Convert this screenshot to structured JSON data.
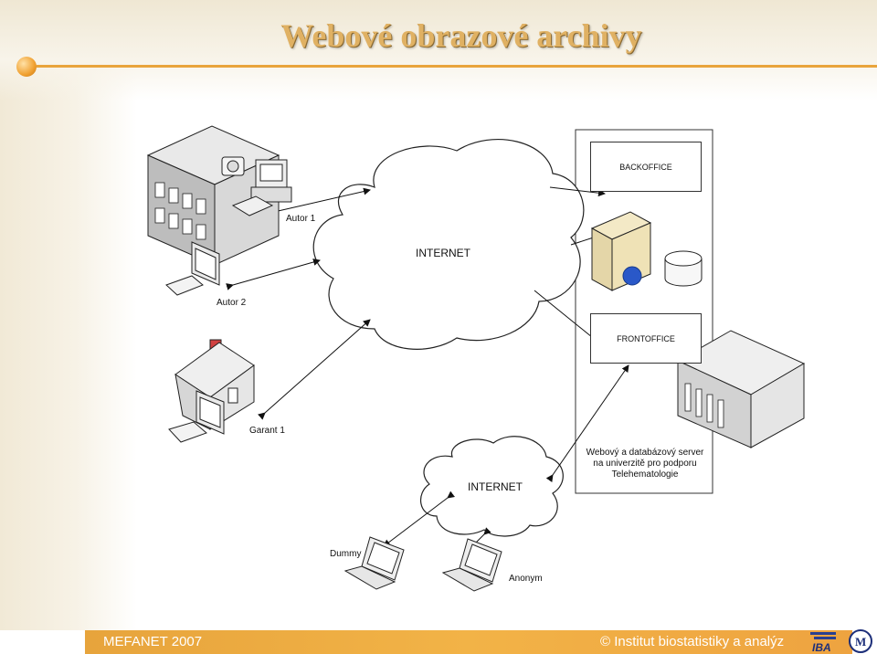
{
  "title": "Webové obrazové archivy",
  "labels": {
    "internet_top": "INTERNET",
    "internet_bottom": "INTERNET",
    "autor1": "Autor 1",
    "autor2": "Autor 2",
    "garant1": "Garant 1",
    "backoffice": "BACKOFFICE",
    "frontoffice": "FRONTOFFICE",
    "server_line1": "Webový a databázový server",
    "server_line2": "na univerzitě pro podporu",
    "server_line3": "Telehematologie",
    "dummy": "Dummy",
    "anonym": "Anonym"
  },
  "footer": {
    "left": "MEFANET 2007",
    "right": "© Institut biostatistiky a analýz"
  },
  "logos": {
    "iba": "IBA"
  },
  "colors": {
    "title": "#e0b163",
    "accent": "#e9a43c",
    "footer": "#f0ac43"
  }
}
